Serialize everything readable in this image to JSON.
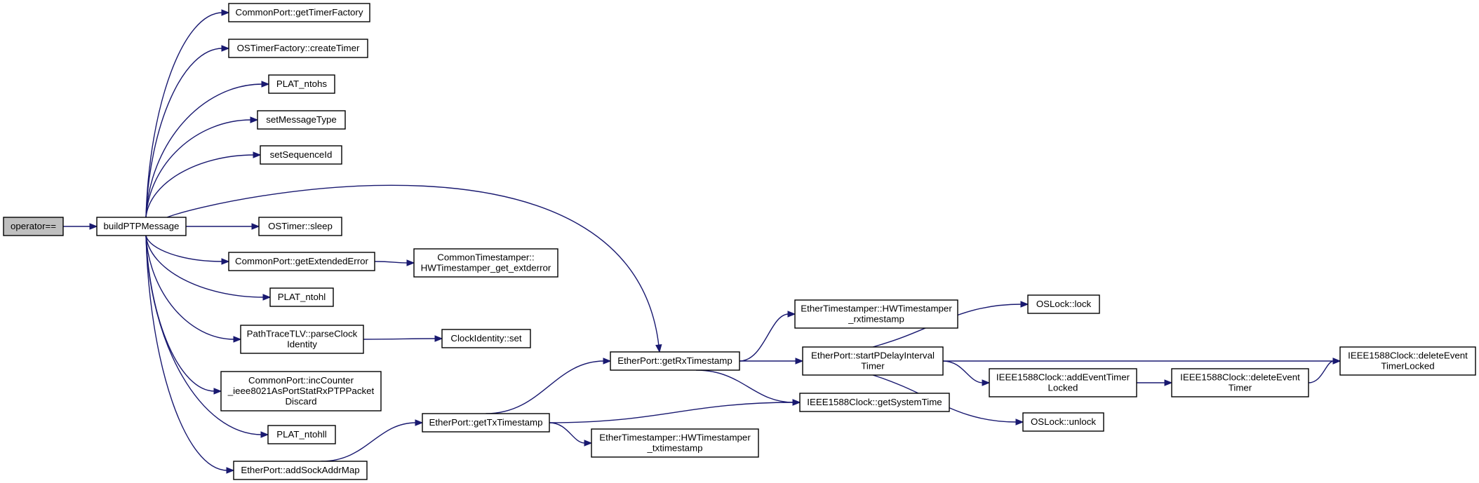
{
  "graph": {
    "colors": {
      "edge": "#191970",
      "node_border": "#000000",
      "node_fill": "#ffffff",
      "root_fill": "#bfbfbf"
    },
    "nodes": [
      {
        "id": "operator_eq",
        "lines": [
          "operator=="
        ],
        "root": true
      },
      {
        "id": "buildPTPMessage",
        "lines": [
          "buildPTPMessage"
        ]
      },
      {
        "id": "getTimerFactory",
        "lines": [
          "CommonPort::getTimerFactory"
        ]
      },
      {
        "id": "createTimer",
        "lines": [
          "OSTimerFactory::createTimer"
        ]
      },
      {
        "id": "PLAT_ntohs",
        "lines": [
          "PLAT_ntohs"
        ]
      },
      {
        "id": "setMessageType",
        "lines": [
          "setMessageType"
        ]
      },
      {
        "id": "setSequenceId",
        "lines": [
          "setSequenceId"
        ]
      },
      {
        "id": "OSTimer_sleep",
        "lines": [
          "OSTimer::sleep"
        ]
      },
      {
        "id": "getExtendedError",
        "lines": [
          "CommonPort::getExtendedError"
        ]
      },
      {
        "id": "HWTimestamper_get_extderror",
        "lines": [
          "CommonTimestamper::",
          "HWTimestamper_get_extderror"
        ]
      },
      {
        "id": "PLAT_ntohl",
        "lines": [
          "PLAT_ntohl"
        ]
      },
      {
        "id": "parseClockIdentity",
        "lines": [
          "PathTraceTLV::parseClock",
          "Identity"
        ]
      },
      {
        "id": "ClockIdentity_set",
        "lines": [
          "ClockIdentity::set"
        ]
      },
      {
        "id": "incCounter",
        "lines": [
          "CommonPort::incCounter",
          "_ieee8021AsPortStatRxPTPPacket",
          "Discard"
        ]
      },
      {
        "id": "PLAT_ntohll",
        "lines": [
          "PLAT_ntohll"
        ]
      },
      {
        "id": "addSockAddrMap",
        "lines": [
          "EtherPort::addSockAddrMap"
        ]
      },
      {
        "id": "getTxTimestamp",
        "lines": [
          "EtherPort::getTxTimestamp"
        ]
      },
      {
        "id": "getRxTimestamp",
        "lines": [
          "EtherPort::getRxTimestamp"
        ]
      },
      {
        "id": "HWTimestamper_rxtimestamp",
        "lines": [
          "EtherTimestamper::HWTimestamper",
          "_rxtimestamp"
        ]
      },
      {
        "id": "startPDelayIntervalTimer",
        "lines": [
          "EtherPort::startPDelayInterval",
          "Timer"
        ]
      },
      {
        "id": "getSystemTime",
        "lines": [
          "IEEE1588Clock::getSystemTime"
        ]
      },
      {
        "id": "HWTimestamper_txtimestamp",
        "lines": [
          "EtherTimestamper::HWTimestamper",
          "_txtimestamp"
        ]
      },
      {
        "id": "OSLock_lock",
        "lines": [
          "OSLock::lock"
        ]
      },
      {
        "id": "addEventTimerLocked",
        "lines": [
          "IEEE1588Clock::addEventTimer",
          "Locked"
        ]
      },
      {
        "id": "OSLock_unlock",
        "lines": [
          "OSLock::unlock"
        ]
      },
      {
        "id": "deleteEventTimer",
        "lines": [
          "IEEE1588Clock::deleteEvent",
          "Timer"
        ]
      },
      {
        "id": "deleteEventTimerLocked",
        "lines": [
          "IEEE1588Clock::deleteEvent",
          "TimerLocked"
        ]
      }
    ],
    "edges": [
      {
        "from": "operator_eq",
        "to": "buildPTPMessage"
      },
      {
        "from": "buildPTPMessage",
        "to": "getTimerFactory"
      },
      {
        "from": "buildPTPMessage",
        "to": "createTimer"
      },
      {
        "from": "buildPTPMessage",
        "to": "PLAT_ntohs"
      },
      {
        "from": "buildPTPMessage",
        "to": "setMessageType"
      },
      {
        "from": "buildPTPMessage",
        "to": "setSequenceId"
      },
      {
        "from": "buildPTPMessage",
        "to": "getRxTimestamp"
      },
      {
        "from": "buildPTPMessage",
        "to": "OSTimer_sleep"
      },
      {
        "from": "buildPTPMessage",
        "to": "getExtendedError"
      },
      {
        "from": "buildPTPMessage",
        "to": "PLAT_ntohl"
      },
      {
        "from": "buildPTPMessage",
        "to": "parseClockIdentity"
      },
      {
        "from": "buildPTPMessage",
        "to": "incCounter"
      },
      {
        "from": "buildPTPMessage",
        "to": "PLAT_ntohll"
      },
      {
        "from": "buildPTPMessage",
        "to": "addSockAddrMap"
      },
      {
        "from": "getExtendedError",
        "to": "HWTimestamper_get_extderror"
      },
      {
        "from": "parseClockIdentity",
        "to": "ClockIdentity_set"
      },
      {
        "from": "addSockAddrMap",
        "to": "getTxTimestamp"
      },
      {
        "from": "getTxTimestamp",
        "to": "getRxTimestamp"
      },
      {
        "from": "getTxTimestamp",
        "to": "getSystemTime"
      },
      {
        "from": "getTxTimestamp",
        "to": "HWTimestamper_txtimestamp"
      },
      {
        "from": "getRxTimestamp",
        "to": "HWTimestamper_rxtimestamp"
      },
      {
        "from": "getRxTimestamp",
        "to": "startPDelayIntervalTimer"
      },
      {
        "from": "getRxTimestamp",
        "to": "getSystemTime"
      },
      {
        "from": "startPDelayIntervalTimer",
        "to": "OSLock_lock"
      },
      {
        "from": "startPDelayIntervalTimer",
        "to": "deleteEventTimerLocked"
      },
      {
        "from": "startPDelayIntervalTimer",
        "to": "addEventTimerLocked"
      },
      {
        "from": "startPDelayIntervalTimer",
        "to": "OSLock_unlock"
      },
      {
        "from": "addEventTimerLocked",
        "to": "deleteEventTimer"
      },
      {
        "from": "deleteEventTimer",
        "to": "deleteEventTimerLocked"
      }
    ]
  }
}
